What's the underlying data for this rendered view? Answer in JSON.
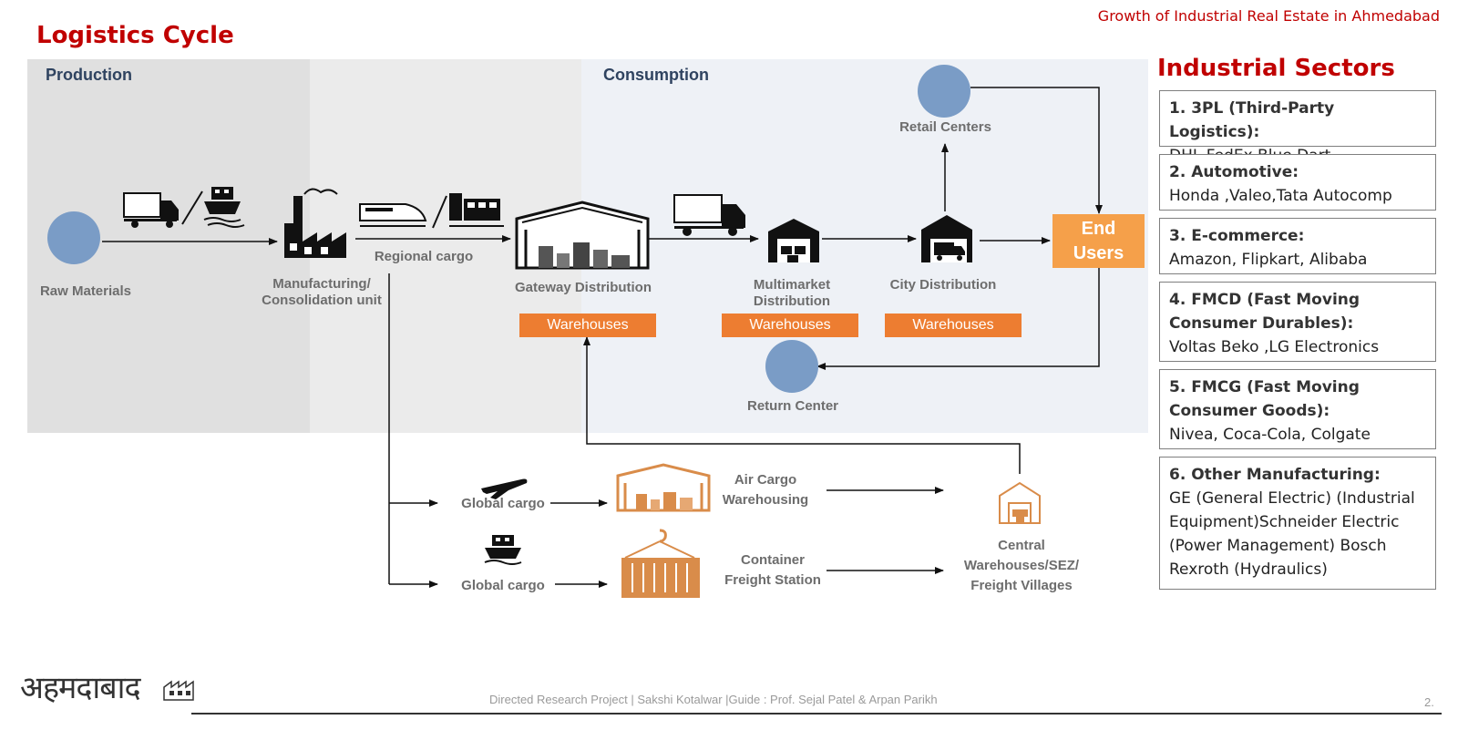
{
  "header": {
    "project_title": "Growth of Industrial Real Estate in Ahmedabad"
  },
  "title": "Logistics Cycle",
  "panels": {
    "production": "Production",
    "consumption": "Consumption"
  },
  "nodes": {
    "raw_materials": "Raw Materials",
    "manufacturing": [
      "Manufacturing/",
      "Consolidation unit"
    ],
    "regional_cargo": "Regional cargo",
    "gateway": "Gateway Distribution",
    "multimarket": [
      "Multimarket",
      "Distribution"
    ],
    "city": "City Distribution",
    "retail": "Retail Centers",
    "end_users": [
      "End",
      "Users"
    ],
    "return_center": "Return Center",
    "global_cargo_air": "Global cargo",
    "global_cargo_sea": "Global cargo",
    "air_cargo": [
      "Air Cargo",
      "Warehousing"
    ],
    "container": [
      "Container",
      "Freight Station"
    ],
    "central": [
      "Central",
      "Warehouses/SEZ/",
      "Freight Villages"
    ]
  },
  "warehouse_tags": [
    "Warehouses",
    "Warehouses",
    "Warehouses"
  ],
  "sectors": {
    "title": "Industrial Sectors",
    "items": [
      {
        "title": "1. 3PL (Third-Party Logistics):",
        "body": "DHL,FedEx,Blue Dart"
      },
      {
        "title": "2. Automotive:",
        "body": "Honda ,Valeo,Tata Autocomp"
      },
      {
        "title": "3. E-commerce:",
        "body": "Amazon, Flipkart, Alibaba"
      },
      {
        "title": "4. FMCD (Fast Moving Consumer Durables):",
        "body": "Voltas Beko ,LG Electronics"
      },
      {
        "title": "5. FMCG (Fast Moving Consumer Goods):",
        "body": "Nivea, Coca-Cola, Colgate"
      },
      {
        "title": "6. Other Manufacturing:",
        "body": "GE (General Electric) (Industrial Equipment)Schneider Electric (Power Management) Bosch Rexroth (Hydraulics)"
      }
    ]
  },
  "footer": {
    "text": "Directed Research Project | Sakshi Kotalwar |Guide : Prof. Sejal Patel & Arpan Parikh",
    "page": "2.",
    "logo": "अहमदाबाद"
  },
  "colors": {
    "accent_red": "#c00000",
    "orange": "#ed7d31",
    "end_users": "#f5a04a",
    "circle_blue": "#7a9cc6",
    "icon_orange": "#d98c4a"
  }
}
